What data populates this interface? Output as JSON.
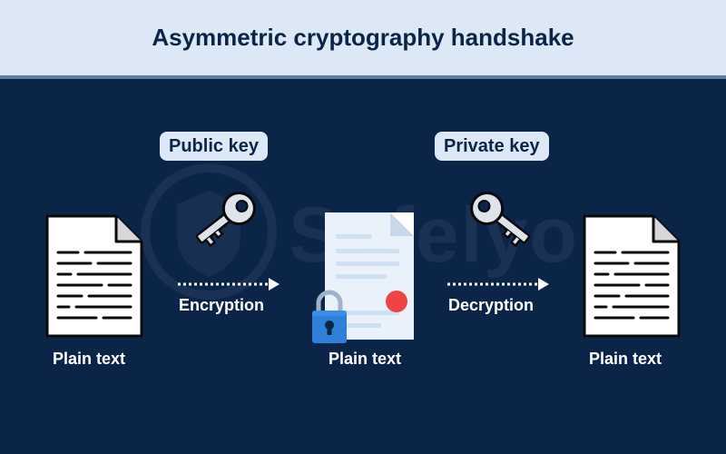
{
  "title": "Asymmetric cryptography handshake",
  "watermark": "Safelyo",
  "keys": {
    "public_label": "Public key",
    "private_label": "Private key"
  },
  "steps": {
    "encryption_label": "Encryption",
    "decryption_label": "Decryption"
  },
  "documents": [
    {
      "label": "Plain text"
    },
    {
      "label": "Plain text"
    },
    {
      "label": "Plain text"
    }
  ],
  "colors": {
    "background": "#0b2548",
    "header": "#dce8f5",
    "pill": "#dce8f5",
    "text_dark": "#0b2548",
    "text_light": "#ffffff",
    "lock_blue": "#2f80d8",
    "seal_red": "#ef4444"
  }
}
